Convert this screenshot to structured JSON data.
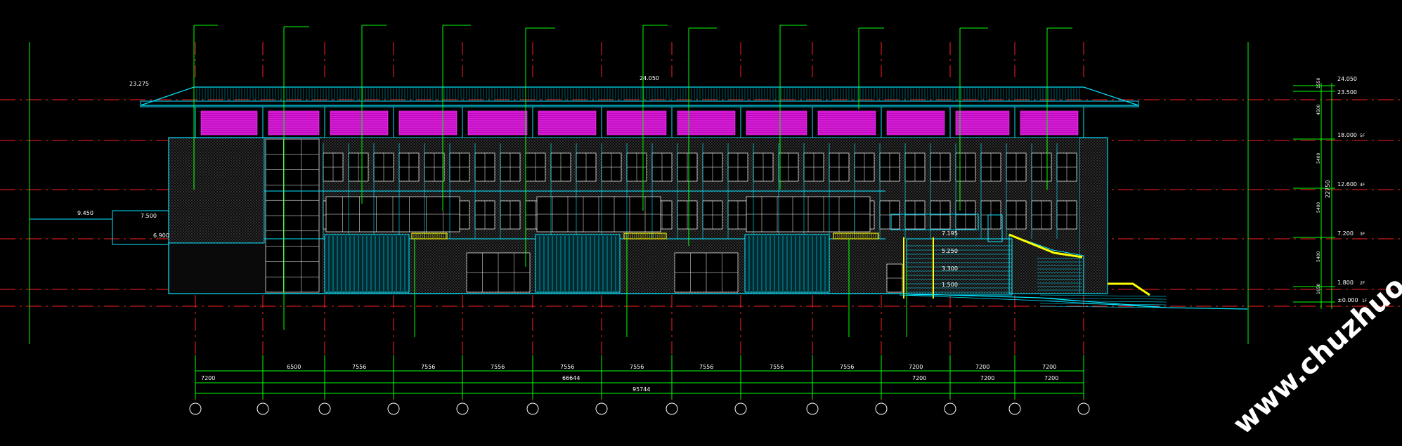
{
  "elevations": {
    "left": [
      "23.275",
      "9.450",
      "7.500",
      "6.900"
    ],
    "roof_top": "24.050",
    "right": [
      "24.050",
      "23.500",
      "18.000",
      "12.600",
      "7.200",
      "1.800",
      "±0.000"
    ],
    "right_floor": [
      "5F",
      "4F",
      "3F",
      "2F",
      "1F"
    ],
    "right_total": "22750",
    "ramp": [
      "7.195",
      "5.250",
      "3.300",
      "1.500"
    ]
  },
  "right_dims": [
    "1550",
    "4500",
    "5400",
    "5400",
    "5400",
    "1650"
  ],
  "dims": {
    "row1": [
      "6500",
      "7556",
      "7556",
      "7556",
      "7556",
      "7556",
      "7556",
      "7556",
      "7556",
      "7200",
      "7200",
      "7200"
    ],
    "row2_left": "7200",
    "row2_mid": "66644",
    "row2_right": [
      "7200",
      "7200",
      "7200"
    ],
    "total": "95744"
  },
  "watermark": "www.chuzhuo.com"
}
